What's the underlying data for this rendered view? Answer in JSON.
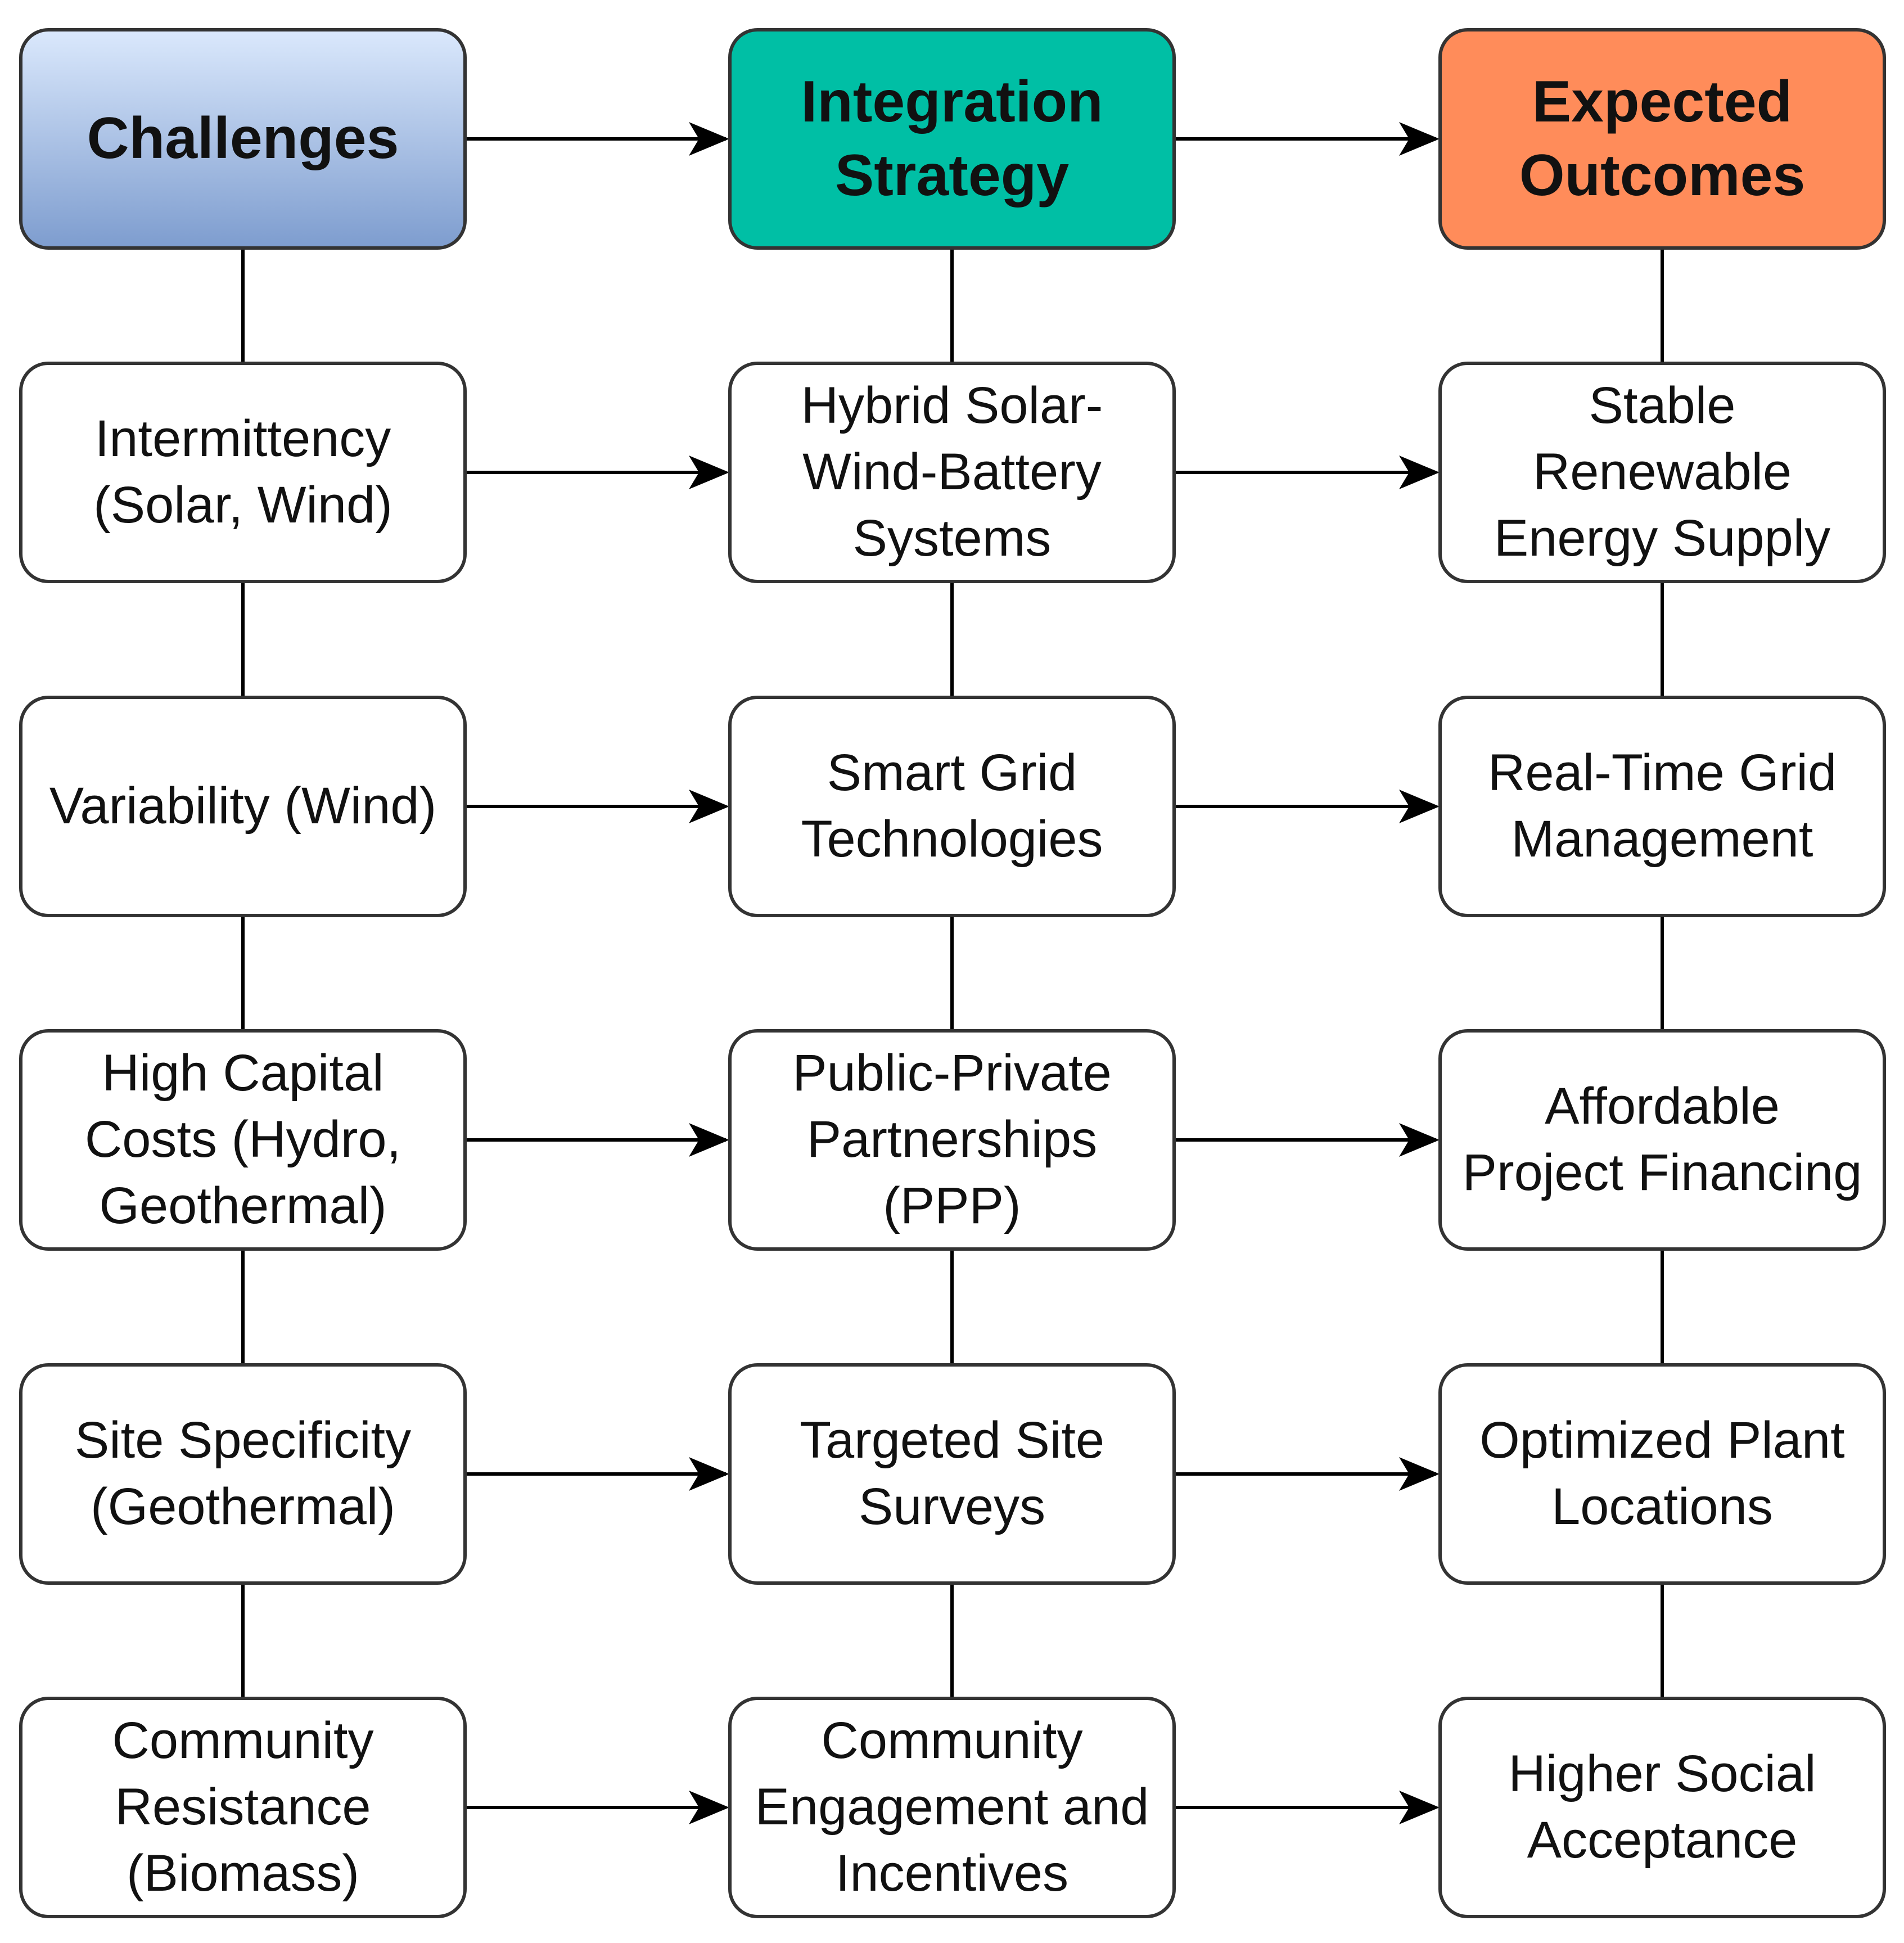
{
  "columns": [
    {
      "header": "Challenges",
      "fill": "linear-gradient(180deg, #dae8fc 0%, #7e9dcf 100%)"
    },
    {
      "header": "Integration\nStrategy",
      "fill": "#00bfa5"
    },
    {
      "header": "Expected\nOutcomes",
      "fill": "#ff8c5a"
    }
  ],
  "rows": [
    {
      "challenge": "Intermittency\n(Solar, Wind)",
      "strategy": "Hybrid Solar-\nWind-Battery\nSystems",
      "outcome": "Stable\nRenewable\nEnergy Supply"
    },
    {
      "challenge": "Variability (Wind)",
      "strategy": "Smart Grid\nTechnologies",
      "outcome": "Real-Time Grid\nManagement"
    },
    {
      "challenge": "High Capital\nCosts (Hydro,\nGeothermal)",
      "strategy": "Public-Private\nPartnerships\n(PPP)",
      "outcome": "Affordable\nProject Financing"
    },
    {
      "challenge": "Site Specificity\n(Geothermal)",
      "strategy": "Targeted Site\nSurveys",
      "outcome": "Optimized Plant\nLocations"
    },
    {
      "challenge": "Community\nResistance\n(Biomass)",
      "strategy": "Community\nEngagement and\nIncentives",
      "outcome": "Higher Social\nAcceptance"
    }
  ],
  "colors": {
    "border": "#333333",
    "line": "#000000",
    "text": "#111111"
  }
}
